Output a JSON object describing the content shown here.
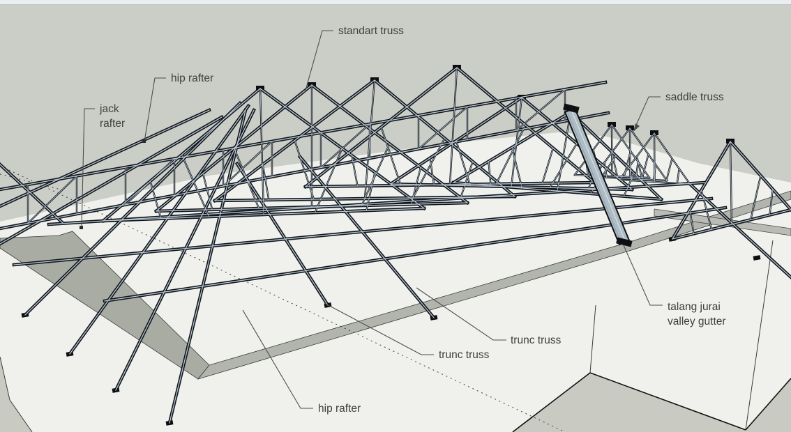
{
  "viewport": {
    "app_hint": "3d-roof-truss-model-view",
    "background_color": "#cbcec6",
    "top_strip_color": "#e9eeee",
    "deck_color": "#f0f1ec",
    "fascia_color": "#a9aca3",
    "ground_color": "#c9cbc3",
    "member_dark_color": "#12161b",
    "member_highlight_color": "#b7c6d3",
    "gutter_color": "#aebcc5",
    "label_text_color": "#3e3e3e"
  },
  "labels": {
    "standart_truss": "standart truss",
    "hip_rafter_top": "hip rafter",
    "jack_rafter_line1": "jack",
    "jack_rafter_line2": "rafter",
    "saddle_truss": "saddle truss",
    "trunc_truss_right": "trunc truss",
    "trunc_truss_left": "trunc truss",
    "hip_rafter_bottom": "hip rafter",
    "talang_jurai_line1": "talang jurai",
    "talang_jurai_line2": "valley gutter"
  }
}
